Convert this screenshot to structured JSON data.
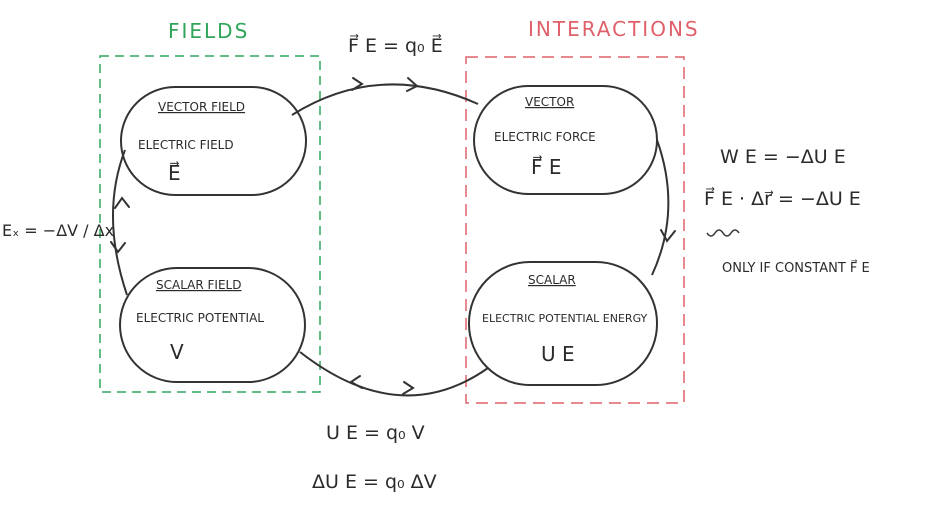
{
  "groups": {
    "fields_title": "FIELDS",
    "interactions_title": "INTERACTIONS"
  },
  "nodes": {
    "vector_field": {
      "heading": "VECTOR FIELD",
      "name": "ELECTRIC FIELD",
      "symbol": "E⃗"
    },
    "scalar_field": {
      "heading": "SCALAR FIELD",
      "name": "ELECTRIC POTENTIAL",
      "symbol": "V"
    },
    "vector_interaction": {
      "heading": "VECTOR",
      "name": "ELECTRIC FORCE",
      "symbol": "F⃗ E"
    },
    "scalar_interaction": {
      "heading": "SCALAR",
      "name": "ELECTRIC POTENTIAL ENERGY",
      "symbol": "U E"
    }
  },
  "relations": {
    "top": "F⃗ E = q₀ E⃗",
    "left_ex": "Eₓ = −ΔV / Δx",
    "bottom_1": "U E = q₀ V",
    "bottom_2": "ΔU E = q₀ ΔV",
    "work_1": "W E = −ΔU E",
    "work_2": "F⃗ E · Δr⃗ = −ΔU E",
    "work_note": "ONLY IF CONSTANT F⃗ E"
  }
}
